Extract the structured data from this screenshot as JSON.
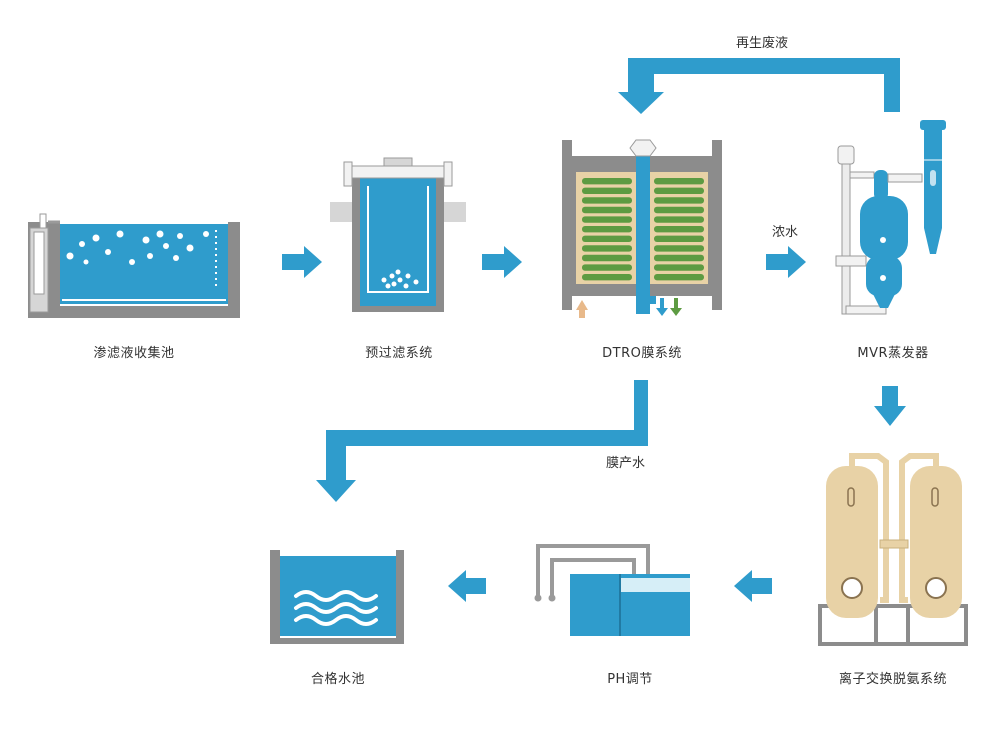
{
  "colors": {
    "water": "#2f9ccc",
    "pipe": "#2f9ccc",
    "tank_wall": "#8c8c8c",
    "tank_wall_light": "#d6d6d6",
    "membrane": "#5d9b42",
    "column": "#e8d2a6",
    "label": "#333333"
  },
  "stages": [
    {
      "id": "leachate-tank",
      "label": "渗滤液收集池"
    },
    {
      "id": "prefilter",
      "label": "预过滤系统"
    },
    {
      "id": "dtro",
      "label": "DTRO膜系统"
    },
    {
      "id": "mvr",
      "label": "MVR蒸发器"
    },
    {
      "id": "ion-exchange",
      "label": "离子交换脱氨系统"
    },
    {
      "id": "ph",
      "label": "PH调节"
    },
    {
      "id": "qualified-pool",
      "label": "合格水池"
    }
  ],
  "flows": {
    "regeneration": "再生废液",
    "concentrate": "浓水",
    "permeate": "膜产水"
  }
}
